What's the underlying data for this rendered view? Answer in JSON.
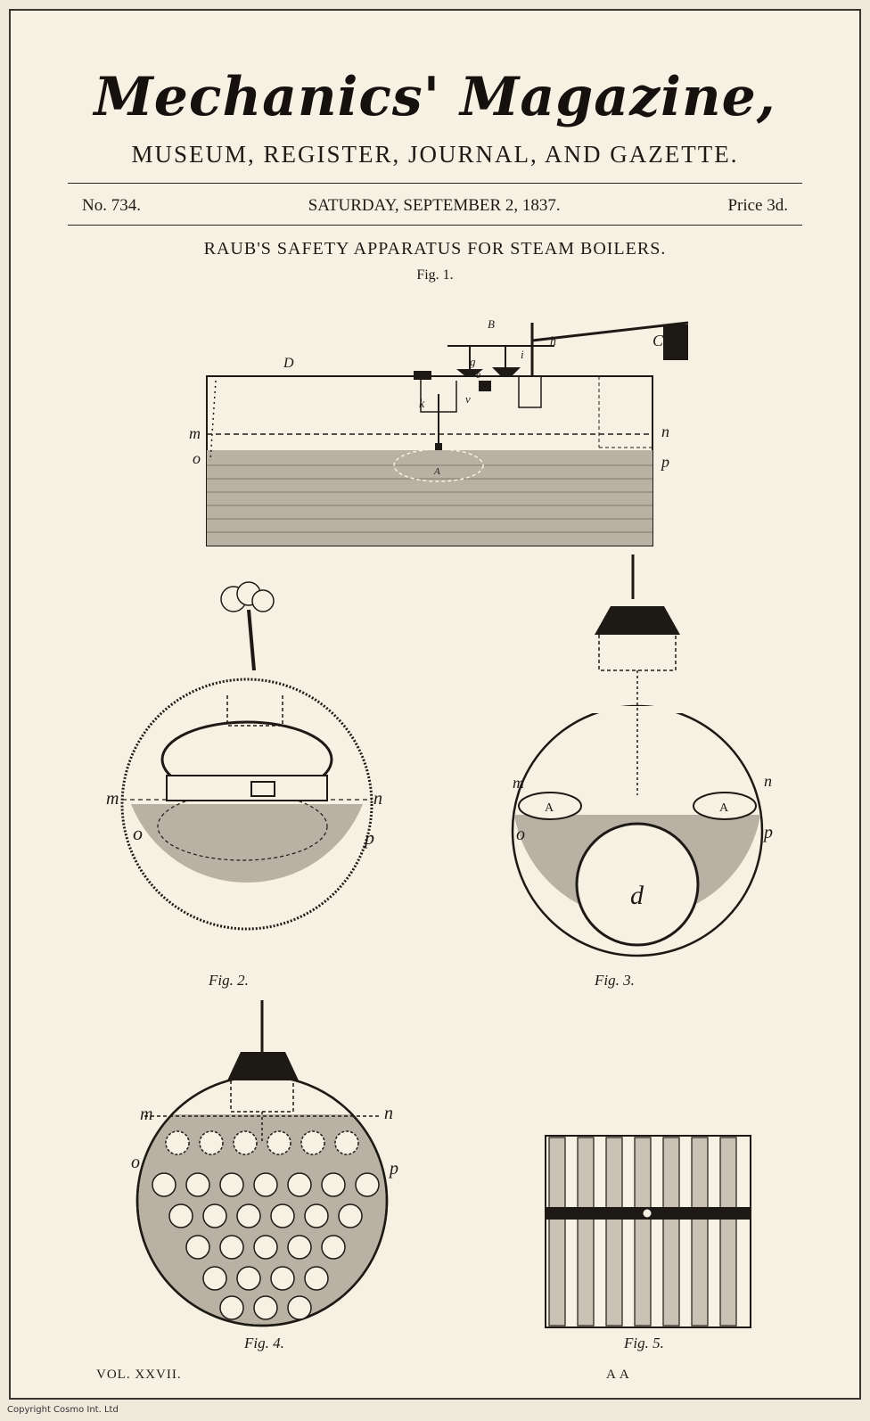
{
  "masthead": {
    "title": "Mechanics' Magazine,",
    "subtitle": "MUSEUM, REGISTER, JOURNAL, AND GAZETTE."
  },
  "issue": {
    "number": "No. 734.",
    "date": "SATURDAY, SEPTEMBER 2, 1837.",
    "price": "Price 3d."
  },
  "article": {
    "title": "RAUB'S SAFETY APPARATUS FOR STEAM BOILERS."
  },
  "figures": {
    "fig1": {
      "label": "Fig. 1.",
      "letters": {
        "D": "D",
        "B": "B",
        "h": "h",
        "C": "C",
        "g": "g",
        "e": "e",
        "i": "i",
        "k": "k",
        "v": "v",
        "m": "m",
        "n": "n",
        "o": "o",
        "p": "p",
        "A": "A"
      }
    },
    "fig2": {
      "caption": "Fig. 2.",
      "letters": {
        "m": "m",
        "n": "n",
        "o": "o",
        "p": "p"
      }
    },
    "fig3": {
      "caption": "Fig. 3.",
      "letters": {
        "m": "m",
        "n": "n",
        "o": "o",
        "p": "p",
        "A1": "A",
        "A2": "A",
        "d": "d"
      }
    },
    "fig4": {
      "caption": "Fig. 4.",
      "letters": {
        "m": "m",
        "n": "n",
        "o": "o",
        "p": "p"
      }
    },
    "fig5": {
      "caption": "Fig. 5."
    }
  },
  "footer": {
    "volume": "VOL. XXVII.",
    "signature": "A A"
  },
  "copyright": "Copyright Cosmo Int. Ltd",
  "colors": {
    "paper": "#f7f1e3",
    "ink": "#1d1a16",
    "water": "#b9b2a4"
  }
}
